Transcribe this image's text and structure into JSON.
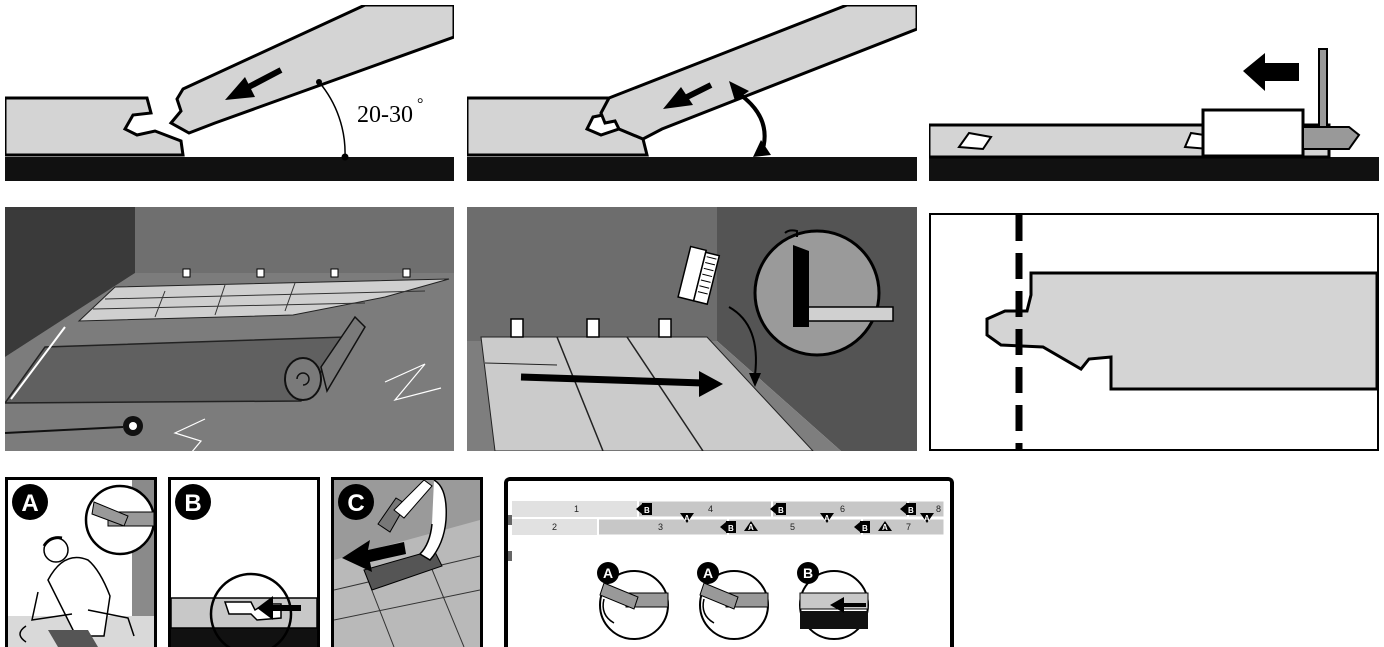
{
  "angle_label": "20-30",
  "angle_degree_symbol": "°",
  "step_labels": [
    "A",
    "B",
    "C"
  ],
  "schema": {
    "row1": [
      "1",
      "4",
      "6",
      "8"
    ],
    "row2": [
      "2",
      "3",
      "5",
      "7"
    ],
    "markers_top": [
      "B",
      "A",
      "B",
      "A",
      "B",
      "A"
    ],
    "markers_bottom": [
      "B",
      "A",
      "B",
      "A"
    ],
    "detail_labels": [
      "A",
      "A",
      "B"
    ]
  }
}
